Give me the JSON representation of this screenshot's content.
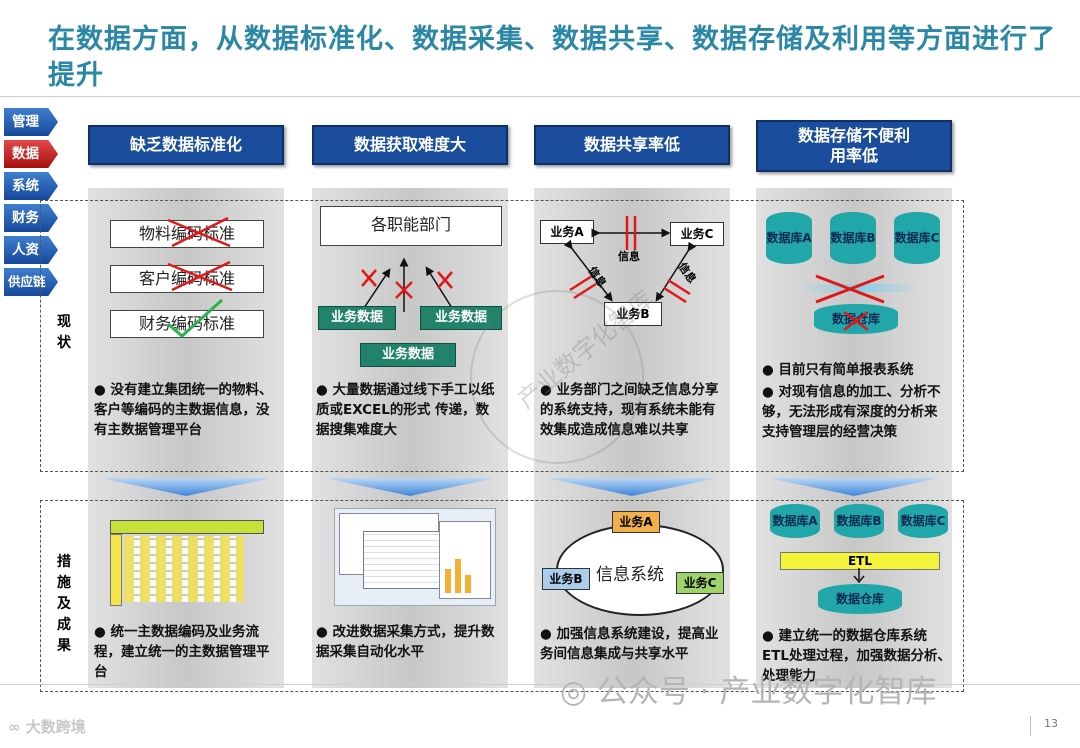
{
  "title": "在数据方面，从数据标准化、数据采集、数据共享、数据存储及利用等方面进行了提升",
  "nav": [
    "管理",
    "数据",
    "系统",
    "财务",
    "人资",
    "供应链"
  ],
  "active_nav": "数据",
  "rows": {
    "current": "现状",
    "measures": "措施及成果"
  },
  "columns": [
    {
      "header": "缺乏数据标准化"
    },
    {
      "header": "数据获取难度大"
    },
    {
      "header": "数据共享率低"
    },
    {
      "header": "数据存储不便利用率低"
    }
  ],
  "col1": {
    "boxes": [
      "物料编码标准",
      "客户编码标准",
      "财务编码标准"
    ],
    "current_text": "没有建立集团统一的物料、客户等编码的主数据信息，没有主数据管理平台",
    "measure_text": "统一主数据编码及业务流程，建立统一的主数据管理平台"
  },
  "col2": {
    "top_box": "各职能部门",
    "btn_left": "业务数据",
    "btn_right": "业务数据",
    "btn_bottom": "业务数据",
    "current_text": "大量数据通过线下手工以纸质或EXCEL的形式 传递，数据搜集难度大",
    "measure_text": "改进数据采集方式，提升数据采集自动化水平"
  },
  "col3": {
    "a": "业务A",
    "b": "业务B",
    "c": "业务C",
    "info": "信息",
    "current_text": "业务部门之间缺乏信息分享的系统支持，现有系统未能有效集成造成信息难以共享",
    "ring_label": "信息系统",
    "measure_text": "加强信息系统建设，提高业务间信息集成与共享水平"
  },
  "col4": {
    "db_a": "数据库A",
    "db_b": "数据库B",
    "db_c": "数据库C",
    "warehouse": "数据仓库",
    "current_text_1": "目前只有简单报表系统",
    "current_text_2": "对现有信息的加工、分析不够，无法形成有深度的分析来支持管理层的经营决策",
    "etl": "ETL",
    "measure_text": "建立统一的数据仓库系统ETL处理过程，加强数据分析、处理能力"
  },
  "watermark": {
    "wechat": "公众号 · 产业数字化智库",
    "bottom_left": "大数跨境",
    "stamp": "产业数字化智库"
  },
  "page_number": "13"
}
